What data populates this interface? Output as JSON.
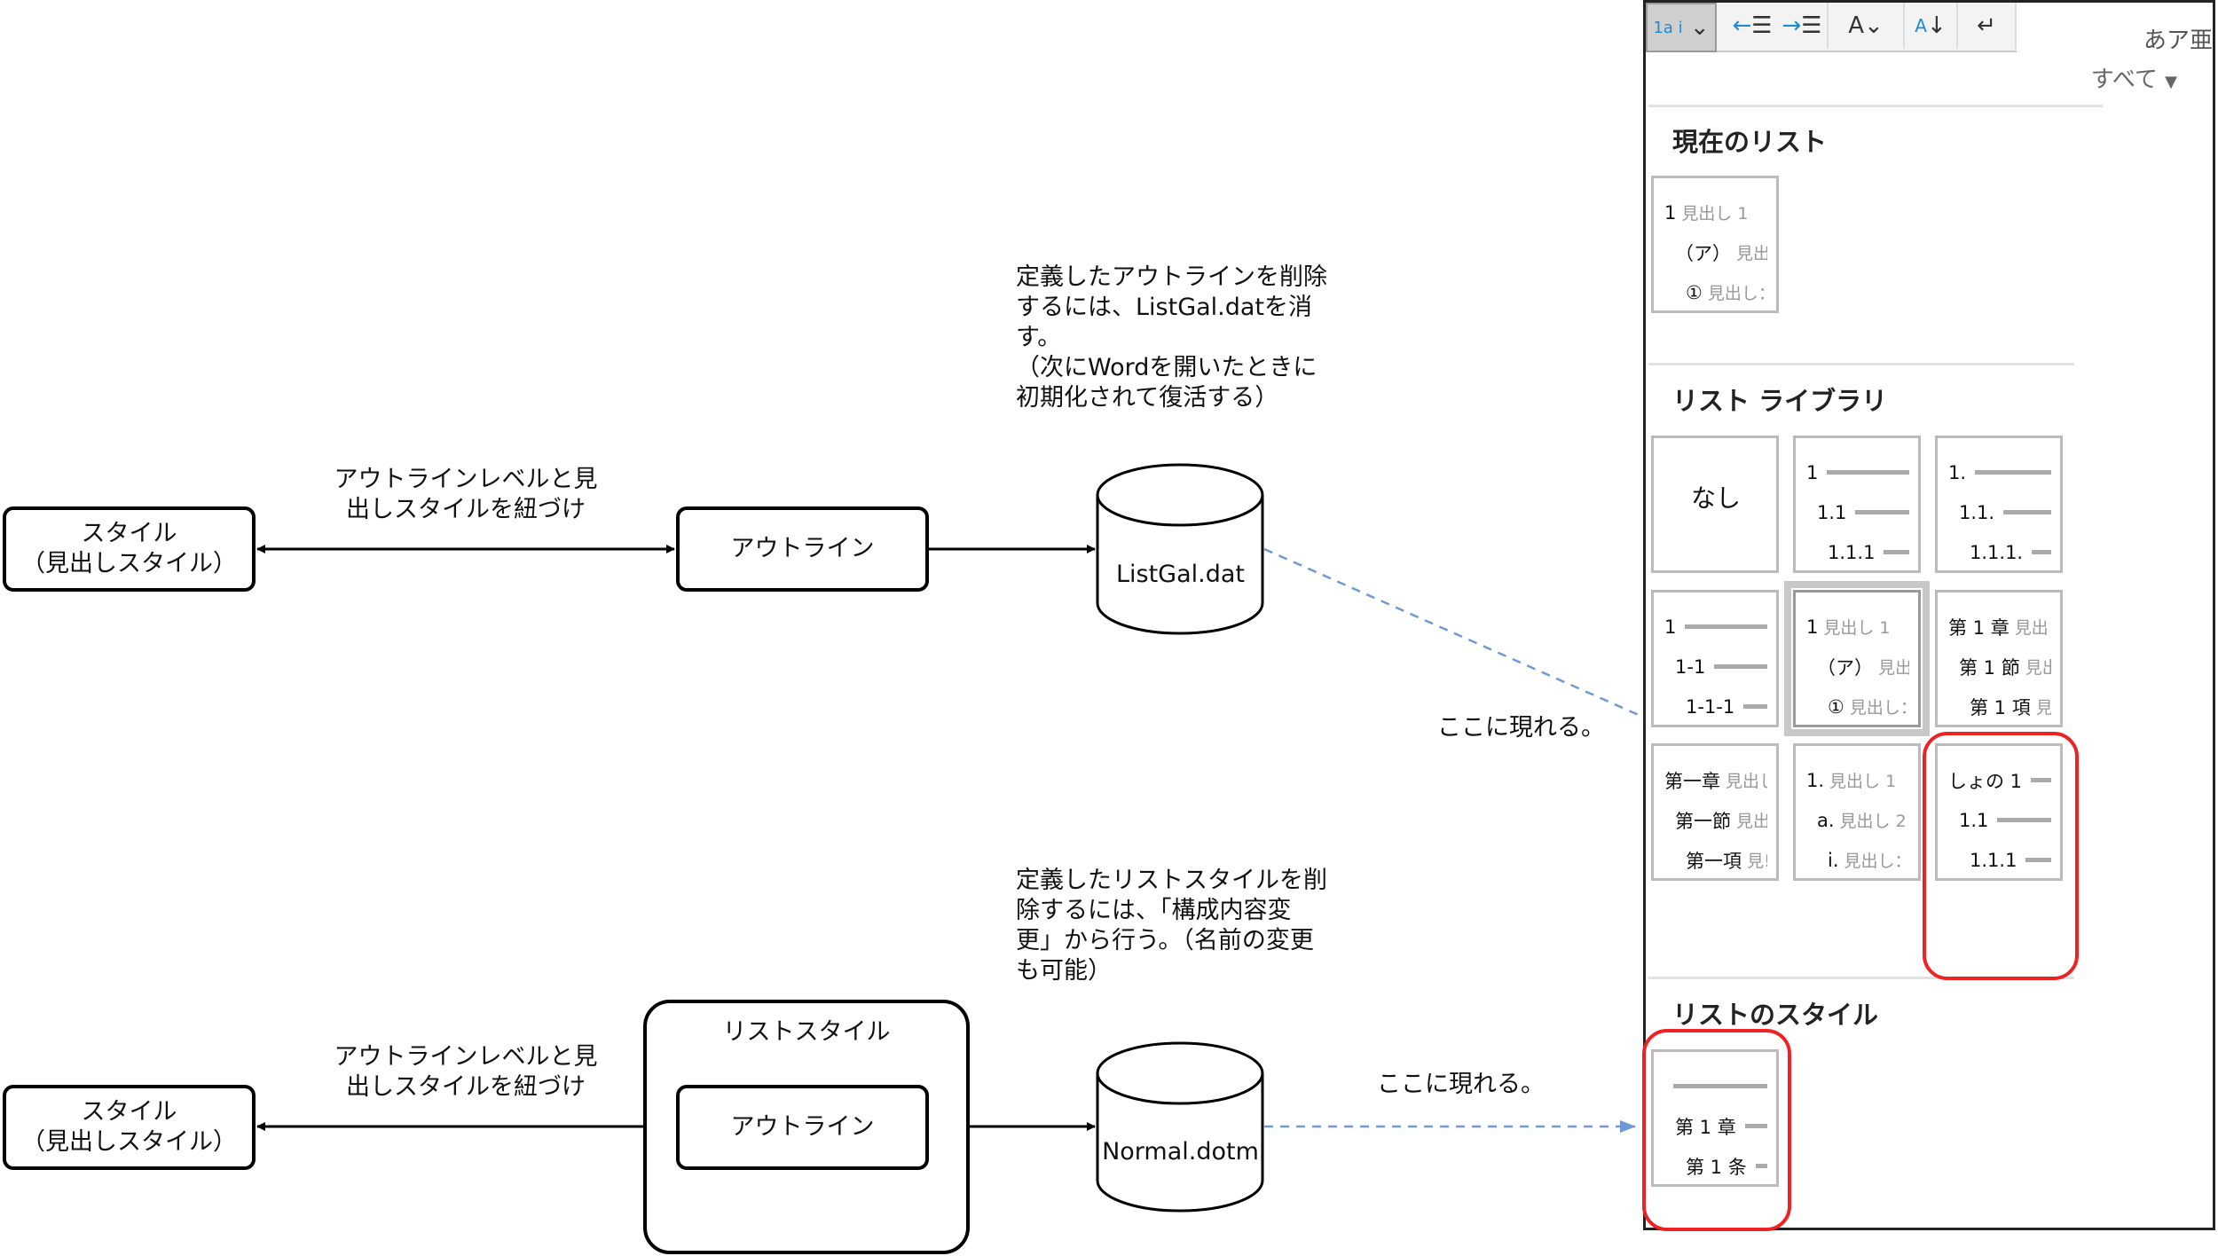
{
  "diagram": {
    "top": {
      "style_box": "スタイル\n（見出しスタイル）",
      "link_label": "アウトラインレベルと見\n出しスタイルを紐づけ",
      "outline_box": "アウトライン",
      "file": "ListGal.dat",
      "note": "定義したアウトラインを削除\nするには、ListGal.datを消\nす。\n（次にWordを開いたときに\n初期化されて復活する）",
      "appear_label": "ここに現れる。"
    },
    "bottom": {
      "style_box": "スタイル\n（見出しスタイル）",
      "link_label": "アウトラインレベルと見\n出しスタイルを紐づけ",
      "list_style_box": "リストスタイル",
      "outline_box": "アウトライン",
      "file": "Normal.dotm",
      "note": "定義したリストスタイルを削\n除するには、「構成内容変\n更」から行う。（名前の変更\nも可能）",
      "appear_label": "ここに現れる。"
    },
    "colors": {
      "dashed": "#6f9ad8",
      "highlight": "#ee2222"
    }
  },
  "panel": {
    "toolbar": {
      "ime_text": "あア亜",
      "icons": [
        "multilevel-list-icon",
        "decrease-indent-icon",
        "increase-indent-icon",
        "character-spacing-icon",
        "sort-icon",
        "line-break-icon"
      ]
    },
    "filter": "すべて",
    "current_list": {
      "heading": "現在のリスト",
      "items": [
        {
          "rows": [
            {
              "n": "1",
              "t": "見出し 1"
            },
            {
              "n": "（ア）",
              "t": "見出し"
            },
            {
              "n": "①",
              "t": "見出し："
            }
          ]
        }
      ]
    },
    "library": {
      "heading": "リスト ライブラリ",
      "items": [
        {
          "none": "なし"
        },
        {
          "rows": [
            {
              "n": "1",
              "t": ""
            },
            {
              "n": "1.1",
              "t": ""
            },
            {
              "n": "1.1.1",
              "t": ""
            }
          ]
        },
        {
          "rows": [
            {
              "n": "1.",
              "t": ""
            },
            {
              "n": "1.1.",
              "t": ""
            },
            {
              "n": "1.1.1.",
              "t": ""
            }
          ]
        },
        {
          "rows": [
            {
              "n": "1",
              "t": ""
            },
            {
              "n": "1-1",
              "t": ""
            },
            {
              "n": "1-1-1",
              "t": ""
            }
          ]
        },
        {
          "rows": [
            {
              "n": "1",
              "t": "見出し 1"
            },
            {
              "n": "（ア）",
              "t": "見出し"
            },
            {
              "n": "①",
              "t": "見出し："
            }
          ]
        },
        {
          "rows": [
            {
              "n": "第 1 章",
              "t": "見出し"
            },
            {
              "n": "第 1 節",
              "t": "見出"
            },
            {
              "n": "第 1 項",
              "t": "見!"
            }
          ]
        },
        {
          "rows": [
            {
              "n": "第一章",
              "t": "見出し"
            },
            {
              "n": "第一節",
              "t": "見出"
            },
            {
              "n": "第一項",
              "t": "見!"
            }
          ]
        },
        {
          "rows": [
            {
              "n": "1.",
              "t": "見出し 1"
            },
            {
              "n": "a.",
              "t": "見出し 2"
            },
            {
              "n": "i.",
              "t": "見出し："
            }
          ]
        },
        {
          "rows": [
            {
              "n": "しょの 1",
              "t": ""
            },
            {
              "n": "1.1",
              "t": ""
            },
            {
              "n": "1.1.1",
              "t": ""
            }
          ]
        }
      ]
    },
    "list_styles": {
      "heading": "リストのスタイル",
      "items": [
        {
          "rows": [
            {
              "n": "",
              "t": ""
            },
            {
              "n": "第 1 章",
              "t": ""
            },
            {
              "n": "第 1 条",
              "t": ""
            }
          ]
        }
      ]
    }
  }
}
